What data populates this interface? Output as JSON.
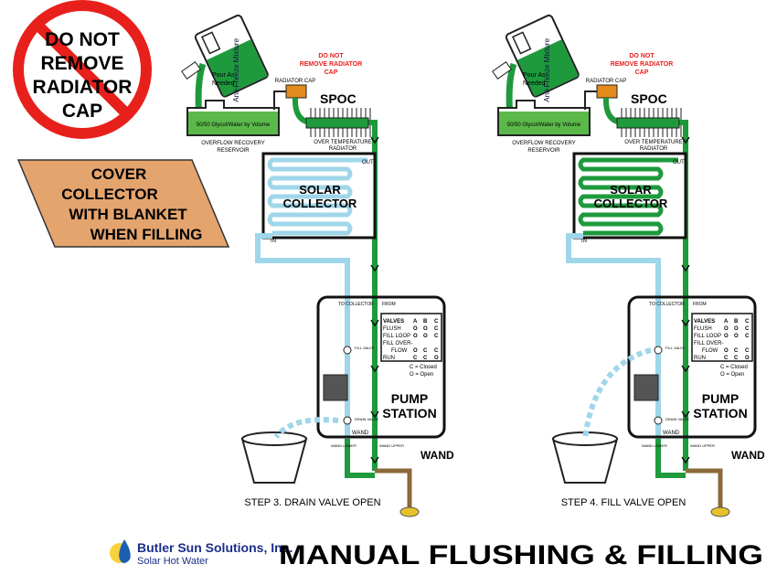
{
  "warning_sign": {
    "lines": [
      "DO NOT",
      "REMOVE",
      "RADIATOR",
      "CAP"
    ]
  },
  "cover_note": {
    "lines": [
      "COVER",
      "COLLECTOR",
      "WITH BLANKET",
      "WHEN FILLING"
    ]
  },
  "panel_labels": {
    "jug": "Anti-Freeze Mixture",
    "pour": [
      "Pour As",
      "Needed"
    ],
    "reservoir_fluid": "50/50 Glycol/Water by Volume",
    "reservoir": [
      "OVERFLOW RECOVERY",
      "RESERVOIR"
    ],
    "radiator_cap": "RADIATOR CAP",
    "do_not_remove": [
      "DO NOT",
      "REMOVE RADIATOR",
      "CAP"
    ],
    "spoc": "SPOC",
    "radiator": [
      "OVER TEMPERATURE",
      "RADIATOR"
    ],
    "collector": [
      "SOLAR",
      "COLLECTOR"
    ],
    "out": "OUT",
    "in": "IN",
    "to_collector": "TO COLLECTOR",
    "from": "FROM",
    "valves_header": [
      "VALVES",
      "A",
      "B",
      "C"
    ],
    "valves_rows": [
      {
        "name": "FLUSH",
        "a": "O",
        "b": "O",
        "c": "C"
      },
      {
        "name": "FILL LOOP",
        "a": "O",
        "b": "O",
        "c": "C"
      },
      {
        "name": "FILL OVER-",
        "a": "",
        "b": "",
        "c": ""
      },
      {
        "name": "FLOW",
        "a": "O",
        "b": "C",
        "c": "C"
      },
      {
        "name": "RUN",
        "a": "C",
        "b": "C",
        "c": "O"
      }
    ],
    "legend_closed": "C = Closed",
    "legend_open": "O = Open",
    "pump_station": [
      "PUMP",
      "STATION"
    ],
    "fill_valve": "FILL VALVE",
    "drain_valve": "DRAIN VALVE",
    "wand_inner": "WAND",
    "wand_lower": "WAND LOWER",
    "wand_upper": "WAND UPPER",
    "wand": "WAND"
  },
  "steps": [
    {
      "label": "STEP 3.  DRAIN VALVE OPEN",
      "collector_fluid": "air",
      "hose_from": "drain"
    },
    {
      "label": "STEP 4.  FILL VALVE OPEN",
      "collector_fluid": "glycol",
      "hose_from": "fill"
    }
  ],
  "logo": {
    "company": "Butler Sun Solutions, Inc.",
    "tagline": "Solar Hot Water"
  },
  "title": "MANUAL FLUSHING & FILLING",
  "colors": {
    "glycol": "#1e9a3c",
    "water": "#9fd6ea",
    "warning": "#e8201c",
    "note_bg": "#e4a46e",
    "logo_blue": "#1a2f8a"
  }
}
